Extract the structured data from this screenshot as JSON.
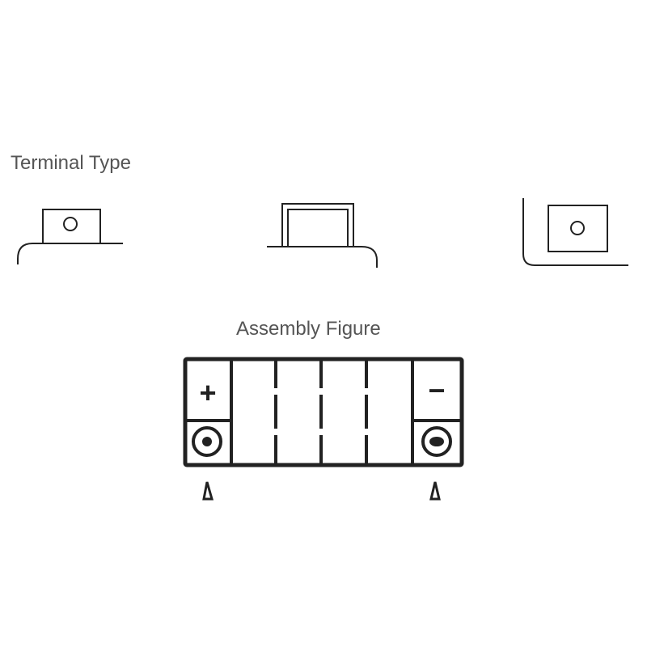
{
  "terminal_type": {
    "title": "Terminal Type",
    "types": [
      "tab-terminal-with-hole",
      "block-terminal",
      "recessed-terminal-with-hole"
    ]
  },
  "assembly_figure": {
    "title": "Assembly Figure",
    "positive_symbol": "+",
    "negative_symbol": "−",
    "cells": 6
  },
  "colors": {
    "line": "#222222",
    "text": "#555555"
  }
}
